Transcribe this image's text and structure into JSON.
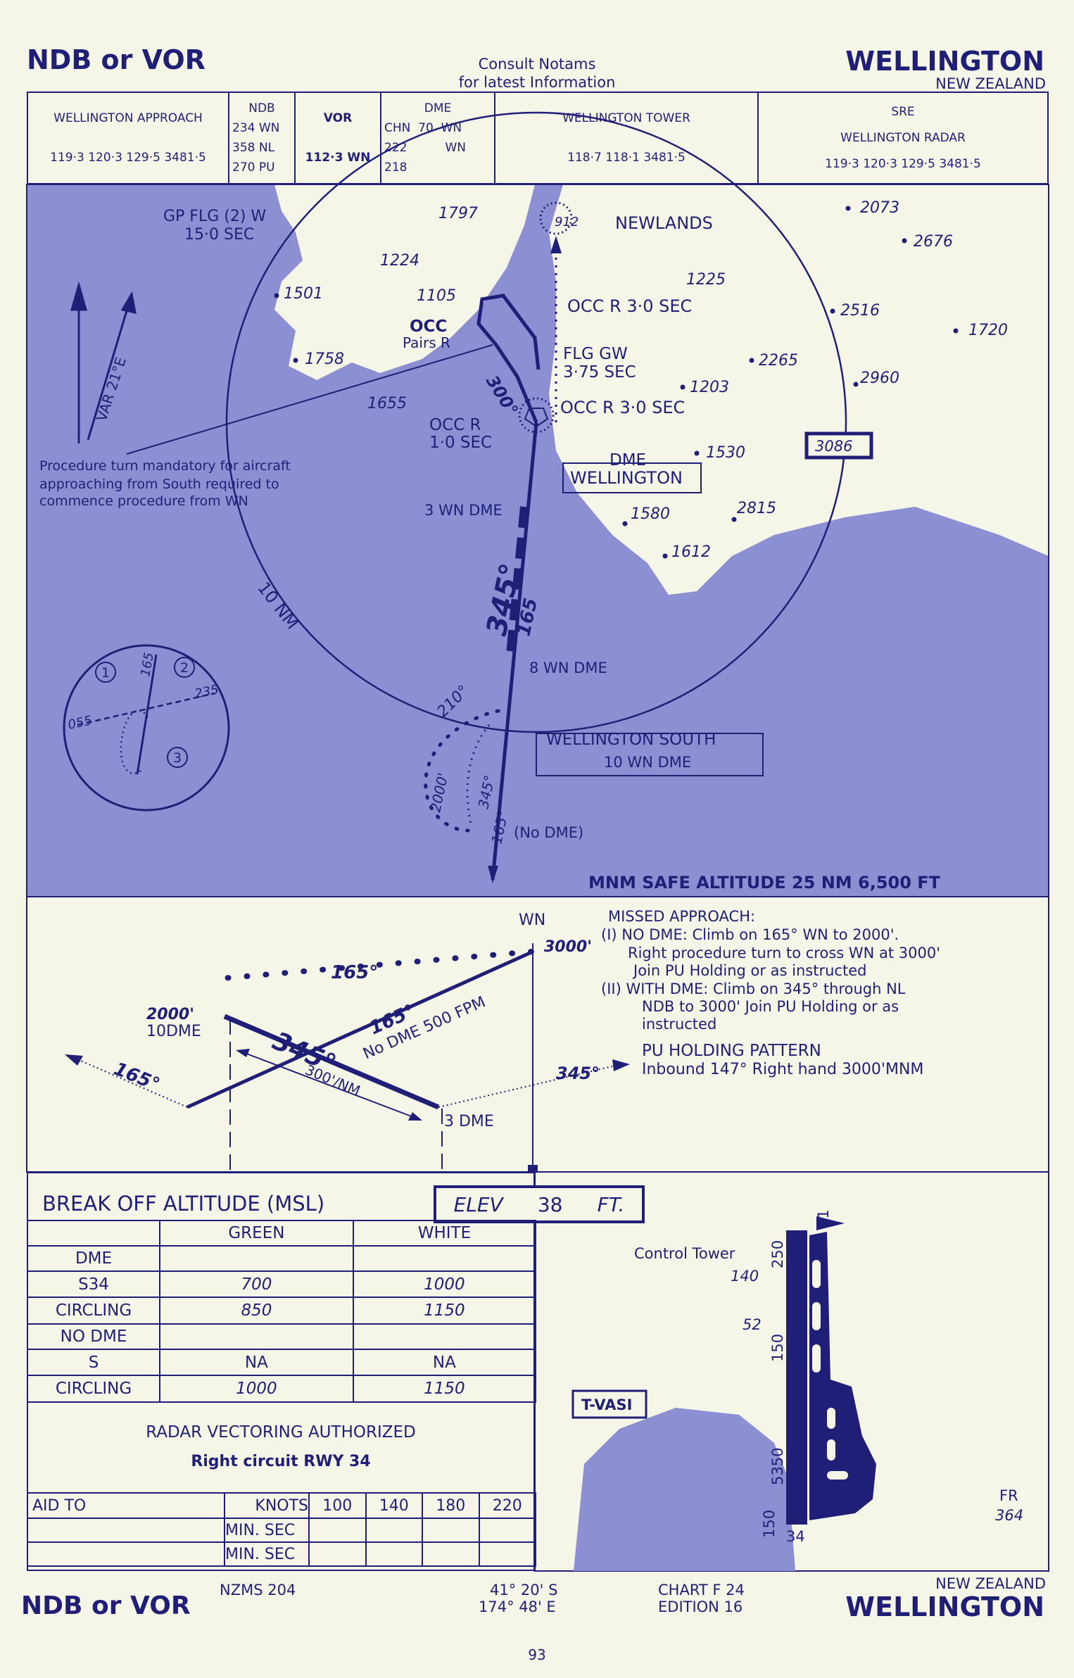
{
  "title": {
    "left": "NDB or VOR",
    "right": "WELLINGTON",
    "country": "NEW ZEALAND",
    "notice_line1": "Consult  Notams",
    "notice_line2": "for latest Information"
  },
  "frequencies": {
    "approach": {
      "label": "WELLINGTON APPROACH",
      "freqs": "119·3  120·3  129·5  3481·5"
    },
    "ndb": {
      "label": "NDB",
      "lines": [
        "234 WN",
        "358 NL",
        "270 PU"
      ]
    },
    "vor": {
      "label": "VOR",
      "freq": "112·3 WN"
    },
    "dme": {
      "label": "DME",
      "lines": [
        "CHN  70  WN",
        "222          WN",
        "218"
      ]
    },
    "tower": {
      "label": "WELLINGTON  TOWER",
      "freqs": "118·7  118·1  3481·5"
    },
    "radar": {
      "label1": "SRE",
      "label2": "WELLINGTON RADAR",
      "freqs": "119·3  120·3  129·5  3481·5"
    }
  },
  "map": {
    "labels": {
      "gp_flg": "GP FLG (2) W",
      "gp_flg_sec": "15·0 SEC",
      "newlands": "NEWLANDS",
      "newlands_elev": "912",
      "occ_r_3_top": "OCC R 3·0 SEC",
      "occ": "OCC",
      "pairs_r": "Pairs R",
      "flg_gw": "FLG  GW",
      "flg_gw_sec": "3·75 SEC",
      "occ_r_3_vor": "OCC R 3·0 SEC",
      "occ_r_1": "OCC R",
      "occ_r_1_sec": "1·0 SEC",
      "dme": "DME",
      "wellington": "WELLINGTON",
      "three_wn_dme": "3 WN DME",
      "eight_wn_dme": "8 WN DME",
      "wellington_south": "WELLINGTON SOUTH",
      "ten_wn_dme": "10 WN DME",
      "no_dme": "(No DME)",
      "ten_nm": "10 NM",
      "var": "VAR 21°E",
      "course_345": "345°",
      "course_165": "165",
      "course_300": "300°",
      "course_210": "210°",
      "alt_2000": "2000'",
      "small_345": "345°",
      "small_165": "165°",
      "mnm_safe": "MNM SAFE ALTITUDE 25 NM  6,500 FT"
    },
    "procedure_note": [
      "Procedure turn mandatory for aircraft",
      "approaching from South required to",
      "commence procedure from WN"
    ],
    "elevations": [
      "1797",
      "2073",
      "2676",
      "1224",
      "1225",
      "1501",
      "1105",
      "2516",
      "1720",
      "1758",
      "2265",
      "2960",
      "1203",
      "1655",
      "1530",
      "1580",
      "2815",
      "1612",
      "3086"
    ],
    "holding_diagram": {
      "sectors": [
        "1",
        "2",
        "3"
      ],
      "headings": [
        "165",
        "235",
        "055"
      ]
    }
  },
  "profile": {
    "wn": "WN",
    "alt_3000": "3000'",
    "hdg_165_top": "165°",
    "alt_2000": "2000'",
    "ten_dme": "10DME",
    "hdg_165_mid": "165°",
    "no_dme_rate": "No DME 500 FPM",
    "hdg_345": "345°",
    "gradient": "300'/NM",
    "hdg_165_left": "165°",
    "hdg_345_right": "345°",
    "three_dme": "3 DME",
    "missed_approach": [
      "MISSED APPROACH:",
      "(I) NO DME: Climb on 165° WN to 2000'.",
      "Right procedure turn to cross WN at 3000'",
      "Join PU Holding or as instructed",
      "(II) WITH DME: Climb on 345° through NL",
      "NDB to 3000' Join PU Holding or as",
      "instructed"
    ],
    "holding": [
      "PU HOLDING PATTERN",
      "Inbound 147° Right hand 3000'MNM"
    ]
  },
  "minima": {
    "title": "BREAK OFF ALTITUDE  (MSL)",
    "elev_label": "ELEV",
    "elev_value": "38",
    "elev_unit": "FT.",
    "columns": [
      "GREEN",
      "WHITE"
    ],
    "rows": [
      [
        "DME",
        "",
        ""
      ],
      [
        "S34",
        "700",
        "1000"
      ],
      [
        "CIRCLING",
        "850",
        "1150"
      ],
      [
        "NO DME",
        "",
        ""
      ],
      [
        "S",
        "NA",
        "NA"
      ],
      [
        "CIRCLING",
        "1000",
        "1150"
      ]
    ],
    "radar_note": "RADAR VECTORING AUTHORIZED",
    "circuit_note": "Right circuit RWY 34",
    "timing": {
      "aid_to": "AID TO",
      "knots": "KNOTS",
      "speeds": [
        "100",
        "140",
        "180",
        "220"
      ],
      "min_sec": "MIN. SEC"
    }
  },
  "airport": {
    "control_tower": "Control Tower",
    "tower_elev": "140",
    "obst_52": "52",
    "t_vasi": "T-VASI",
    "fr": "FR",
    "fr_elev": "364",
    "rwy_top": "91",
    "dist_250": "250",
    "dist_150_top": "150",
    "length": "5350",
    "dist_150_bottom": "150",
    "rwy_bottom": "34"
  },
  "footer": {
    "left": "NDB or VOR",
    "nzms": "NZMS  204",
    "lat": "41° 20' S",
    "lon": "174° 48' E",
    "chart": "CHART F 24",
    "edition": "EDITION 16",
    "country": "NEW ZEALAND",
    "city": "WELLINGTON",
    "page": "93"
  },
  "colors": {
    "ink": "#1f1f78",
    "paper": "#f6f6e8",
    "sea": "#8c90d2"
  }
}
